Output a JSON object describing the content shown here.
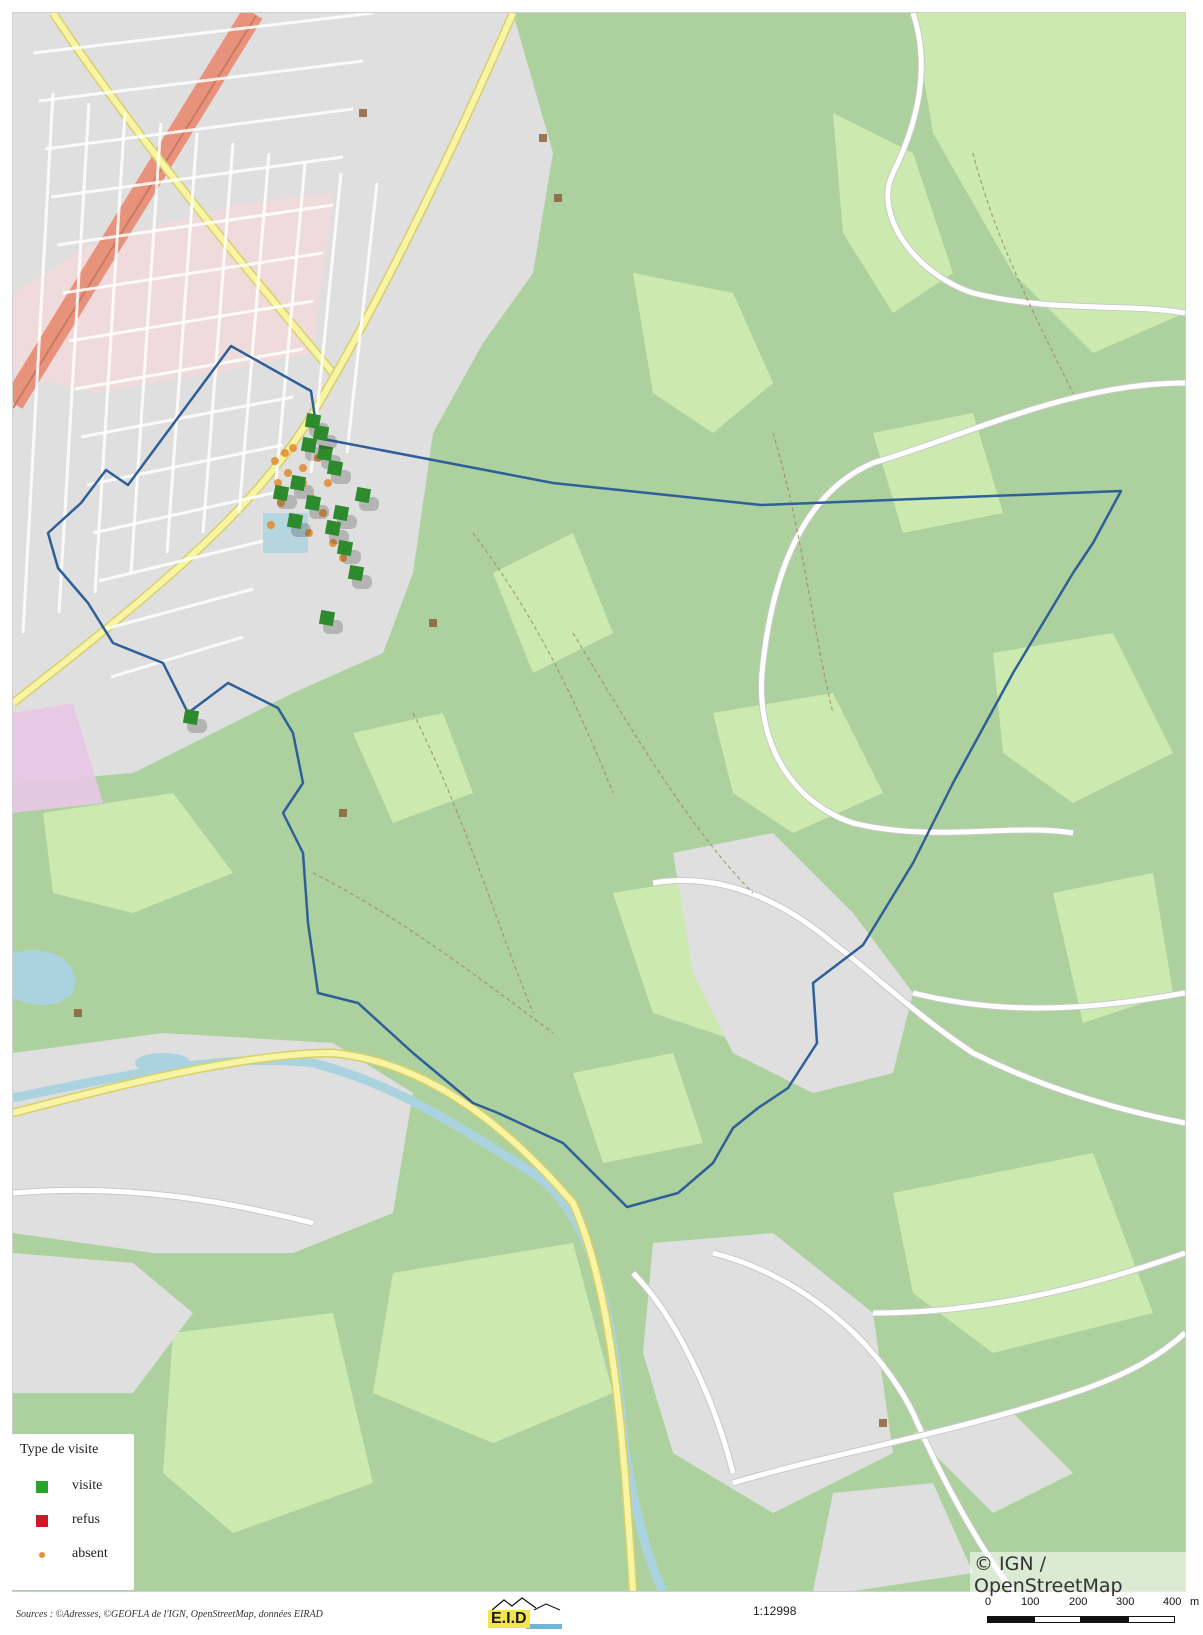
{
  "map": {
    "colors": {
      "forest": "#add19e",
      "meadow": "#cdebb0",
      "urban": "#dfdfdf",
      "road": "#ffffff",
      "primary_road": "#f7f4a3",
      "motorway": "#e8927c",
      "water": "#aad3df",
      "boundary": "#3f6fa8",
      "marker_visite": "#2d8a2d",
      "marker_absent": "#e08a2c",
      "marker_refus": "#cc1f2a"
    },
    "credit": "© IGN / OpenStreetMap"
  },
  "legend": {
    "title": "Type de visite",
    "items": [
      {
        "label": "visite",
        "color": "#2aa32a",
        "icon": "square-marker"
      },
      {
        "label": "refus",
        "color": "#d0182a",
        "icon": "square-marker"
      },
      {
        "label": "absent",
        "color": "#e89030",
        "icon": "dot-marker"
      }
    ]
  },
  "footer": {
    "sources": "Sources : ©Adresses, ©GEOFLA de l'IGN, OpenStreetMap, données EIRAD",
    "logo_text": "E.I.D",
    "scale_ratio": "1:12998",
    "scalebar_ticks": [
      "0",
      "100",
      "200",
      "300",
      "400",
      "m"
    ]
  }
}
